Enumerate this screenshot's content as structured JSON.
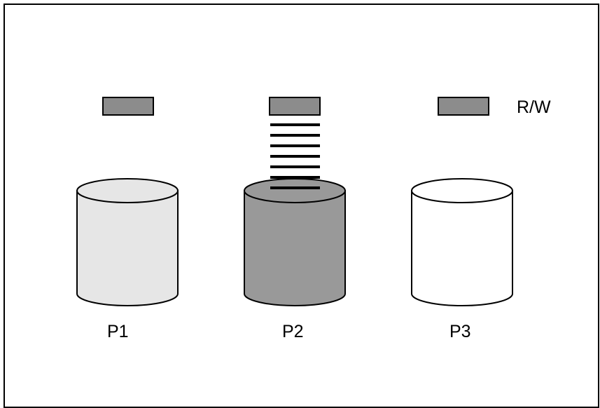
{
  "diagram": {
    "head_label": "R/W",
    "volumes": [
      {
        "label": "P1",
        "fill": "#e6e6e6"
      },
      {
        "label": "P2",
        "fill": "#999999"
      },
      {
        "label": "P3",
        "fill": "#ffffff"
      }
    ],
    "head_fill": "#8c8c8c",
    "stroke": "#000000",
    "active_volume": "P2"
  }
}
